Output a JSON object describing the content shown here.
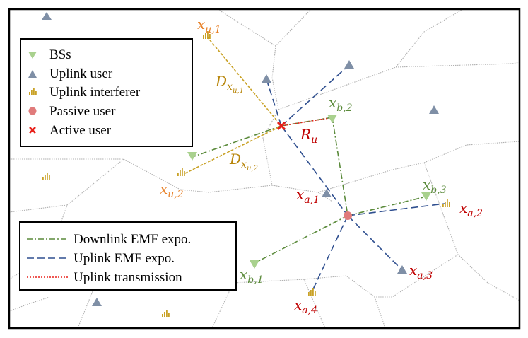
{
  "colors": {
    "bs": "#a9d18e",
    "uplink_user": "#7f8fa6",
    "interferer": "#c9a227",
    "passive_user": "#e07b7b",
    "active_user": "#e8201a",
    "downlink_line": "#5a8a3a",
    "uplink_line": "#2f4f8f",
    "transmission_line": "#e8201a",
    "cell_border": "#b0b0b0",
    "label_orange": "#e8822a",
    "label_gold": "#b8860b",
    "label_green": "#5a8a3a",
    "label_red": "#c00000"
  },
  "legend_top": {
    "items": [
      {
        "label": "BSs",
        "icon": "bs-triangle-down-icon"
      },
      {
        "label": "Uplink user",
        "icon": "uplink-user-triangle-icon"
      },
      {
        "label": "Uplink interferer",
        "icon": "interferer-antenna-icon"
      },
      {
        "label": "Passive user",
        "icon": "passive-user-dot-icon"
      },
      {
        "label": "Active user",
        "icon": "active-user-cross-icon"
      }
    ]
  },
  "legend_bottom": {
    "items": [
      {
        "label": "Downlink EMF expo."
      },
      {
        "label": "Uplink EMF expo."
      },
      {
        "label": "Uplink transmission"
      }
    ]
  },
  "labels": {
    "xu1": {
      "base": "x",
      "sub": "u,1"
    },
    "xu2": {
      "base": "x",
      "sub": "u,2"
    },
    "du1": {
      "base": "D",
      "sub": "x",
      "subsub": "u,1"
    },
    "du2": {
      "base": "D",
      "sub": "x",
      "subsub": "u,2"
    },
    "ru": {
      "base": "R",
      "sub": "u"
    },
    "xb1": {
      "base": "x",
      "sub": "b,1"
    },
    "xb2": {
      "base": "x",
      "sub": "b,2"
    },
    "xb3": {
      "base": "x",
      "sub": "b,3"
    },
    "xa1": {
      "base": "x",
      "sub": "a,1"
    },
    "xa2": {
      "base": "x",
      "sub": "a,2"
    },
    "xa3": {
      "base": "x",
      "sub": "a,3"
    },
    "xa4": {
      "base": "x",
      "sub": "a,4"
    }
  }
}
